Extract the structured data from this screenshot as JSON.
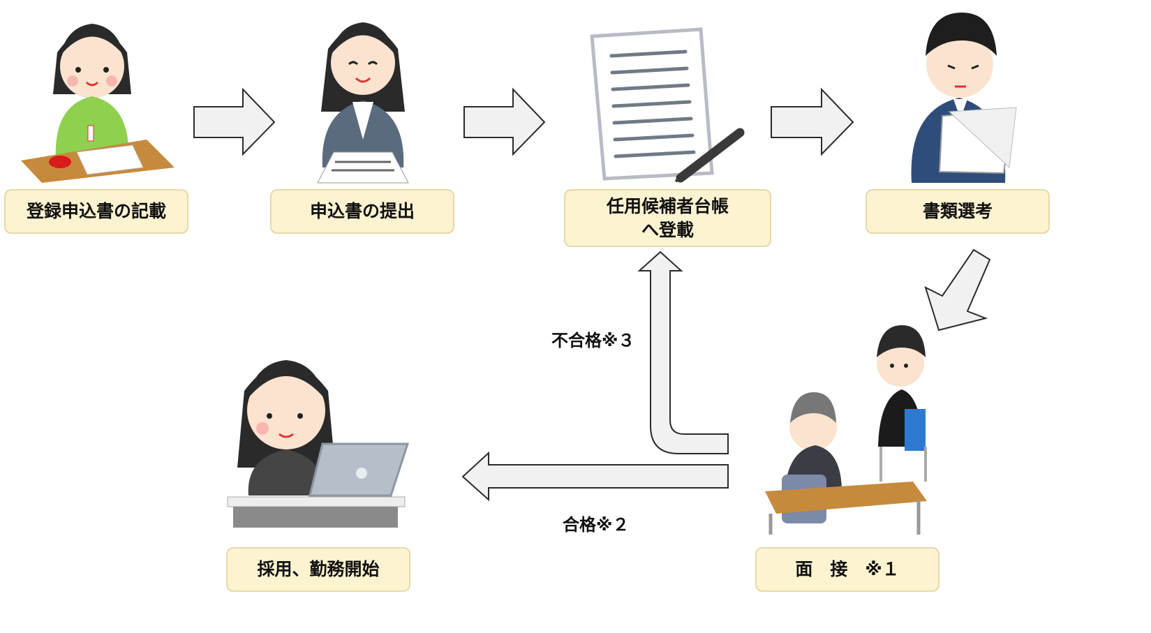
{
  "steps": {
    "register": "登録申込書の記載",
    "submit": "申込書の提出",
    "ledger_line1": "任用候補者台帳",
    "ledger_line2": "へ登載",
    "screening": "書類選考",
    "interview": "面　接　※１",
    "hire": "採用、勤務開始"
  },
  "flows": {
    "fail": "不合格※３",
    "pass": "合格※２"
  },
  "colors": {
    "box_fill": "#fdf3d0",
    "box_border": "#e7d8a8",
    "arrow_fill": "#f1f1f1",
    "arrow_stroke": "#2b2b2b"
  }
}
